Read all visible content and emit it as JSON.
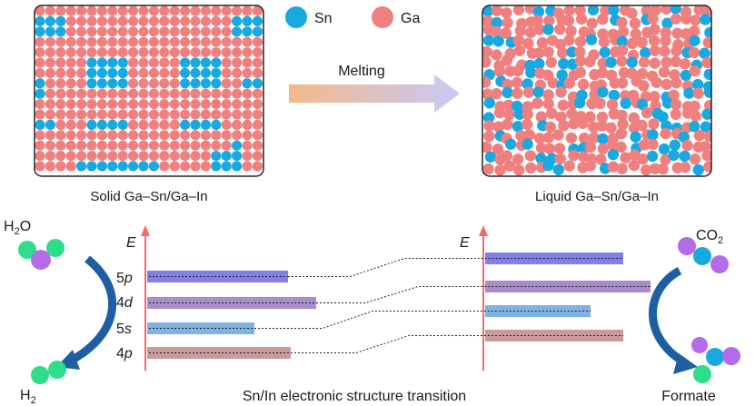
{
  "legend": [
    {
      "symbol": "Sn",
      "color": "#19a9e1"
    },
    {
      "symbol": "Ga",
      "color": "#f08080"
    }
  ],
  "solid_panel": {
    "caption": "Solid Ga–Sn/Ga–In"
  },
  "liquid_panel": {
    "caption": "Liquid Ga–Sn/Ga–In"
  },
  "process": {
    "label": "Melting"
  },
  "energy_diagram": {
    "axis_label": "E",
    "orbitals": [
      "5p",
      "4d",
      "5s",
      "4p"
    ],
    "orbital_colors": [
      "#8080e6",
      "#a98cc9",
      "#7fb2e0",
      "#c99a9a"
    ],
    "caption": "Sn/In electronic structure transition"
  },
  "left_reaction": {
    "reactant_prefix": "H",
    "reactant_sub": "2",
    "reactant_suffix": "O",
    "product_prefix": "H",
    "product_sub": "2"
  },
  "right_reaction": {
    "reactant_prefix": "CO",
    "reactant_sub": "2",
    "product": "Formate"
  },
  "colors": {
    "axis": "#f26a6a",
    "arrow": "#1c5fa3",
    "green_atom": "#2fdc8a",
    "purple_atom": "#b36be8"
  }
}
